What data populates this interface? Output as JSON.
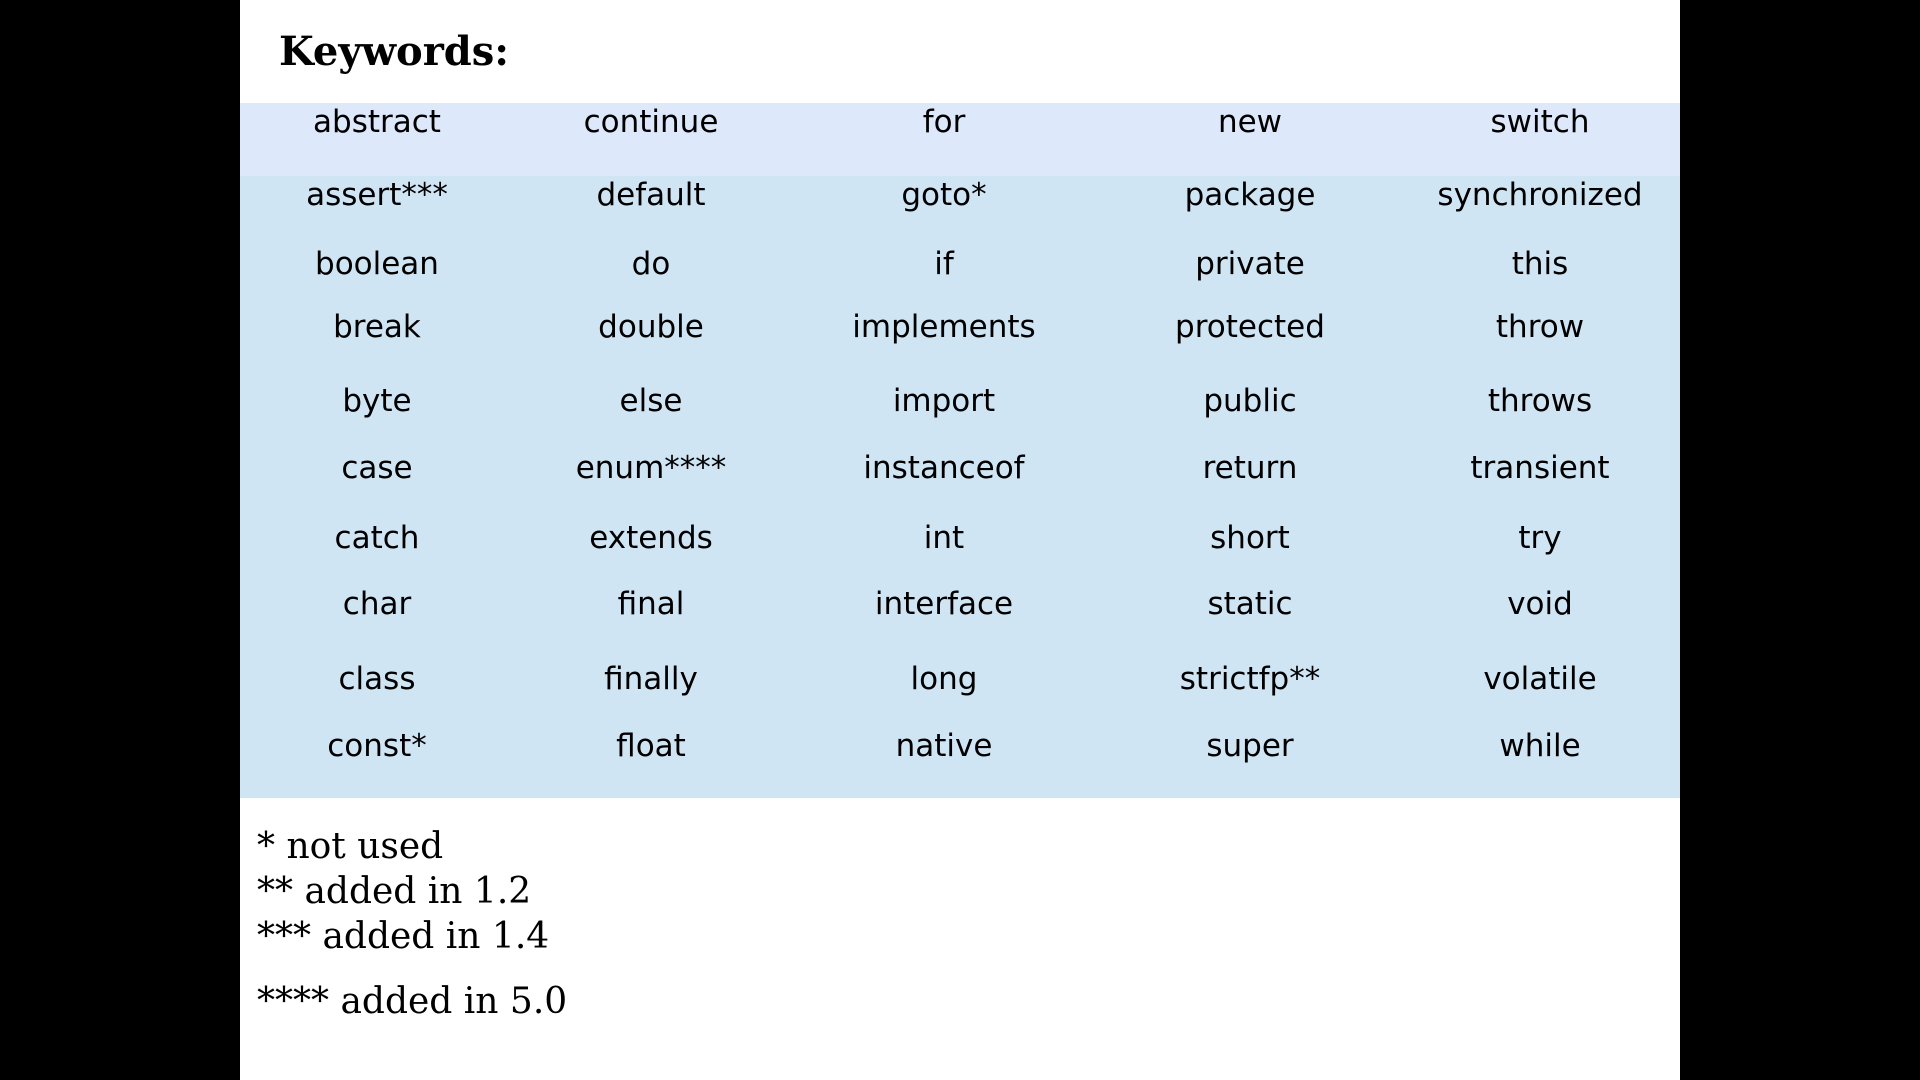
{
  "title": "Keywords:",
  "keywords": [
    [
      "abstract",
      "continue",
      "for",
      "new",
      "switch"
    ],
    [
      "assert***",
      "default",
      "goto*",
      "package",
      "synchronized"
    ],
    [
      "boolean",
      "do",
      "if",
      "private",
      "this"
    ],
    [
      "break",
      "double",
      "implements",
      "protected",
      "throw"
    ],
    [
      "byte",
      "else",
      "import",
      "public",
      "throws"
    ],
    [
      "case",
      "enum****",
      "instanceof",
      "return",
      "transient"
    ],
    [
      "catch",
      "extends",
      "int",
      "short",
      "try"
    ],
    [
      "char",
      "final",
      "interface",
      "static",
      "void"
    ],
    [
      "class",
      "finally",
      "long",
      "strictfp**",
      "volatile"
    ],
    [
      "const*",
      "float",
      "native",
      "super",
      "while"
    ]
  ],
  "notes": [
    "* not used",
    "** added in 1.2",
    "*** added in 1.4",
    "**** added in 5.0"
  ],
  "colors": {
    "header_row": "#dde8fa",
    "table_body": "#d0e5f4"
  }
}
